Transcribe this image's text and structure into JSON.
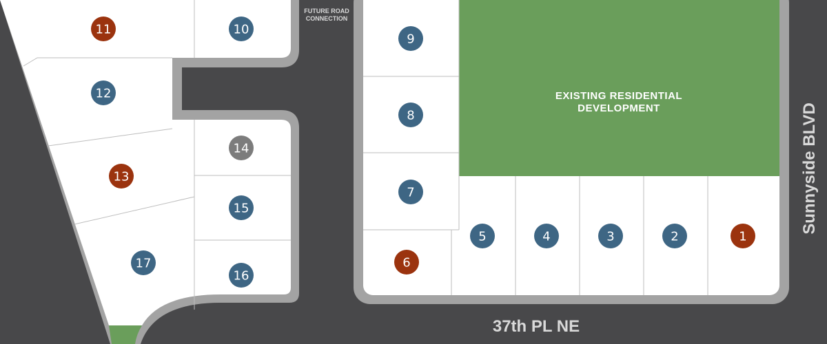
{
  "colors": {
    "road": "#48484a",
    "curb": "#a3a3a3",
    "lot_fill": "#ffffff",
    "lot_line": "#bdbdbd",
    "green": "#6a9e5b",
    "available": "#3e6684",
    "sold": "#9b330e",
    "pending": "#7c7c7c"
  },
  "labels": {
    "future_road_line1": "FUTURE ROAD",
    "future_road_line2": "CONNECTION",
    "existing_line1": "EXISTING RESIDENTIAL",
    "existing_line2": "DEVELOPMENT",
    "street_bottom": "37th PL NE",
    "street_right": "Sunnyside BLVD"
  },
  "lots": [
    {
      "number": "1",
      "status": "sold"
    },
    {
      "number": "2",
      "status": "available"
    },
    {
      "number": "3",
      "status": "available"
    },
    {
      "number": "4",
      "status": "available"
    },
    {
      "number": "5",
      "status": "available"
    },
    {
      "number": "6",
      "status": "sold"
    },
    {
      "number": "7",
      "status": "available"
    },
    {
      "number": "8",
      "status": "available"
    },
    {
      "number": "9",
      "status": "available"
    },
    {
      "number": "10",
      "status": "available"
    },
    {
      "number": "11",
      "status": "sold"
    },
    {
      "number": "12",
      "status": "available"
    },
    {
      "number": "13",
      "status": "sold"
    },
    {
      "number": "14",
      "status": "pending"
    },
    {
      "number": "15",
      "status": "available"
    },
    {
      "number": "16",
      "status": "available"
    },
    {
      "number": "17",
      "status": "available"
    }
  ]
}
